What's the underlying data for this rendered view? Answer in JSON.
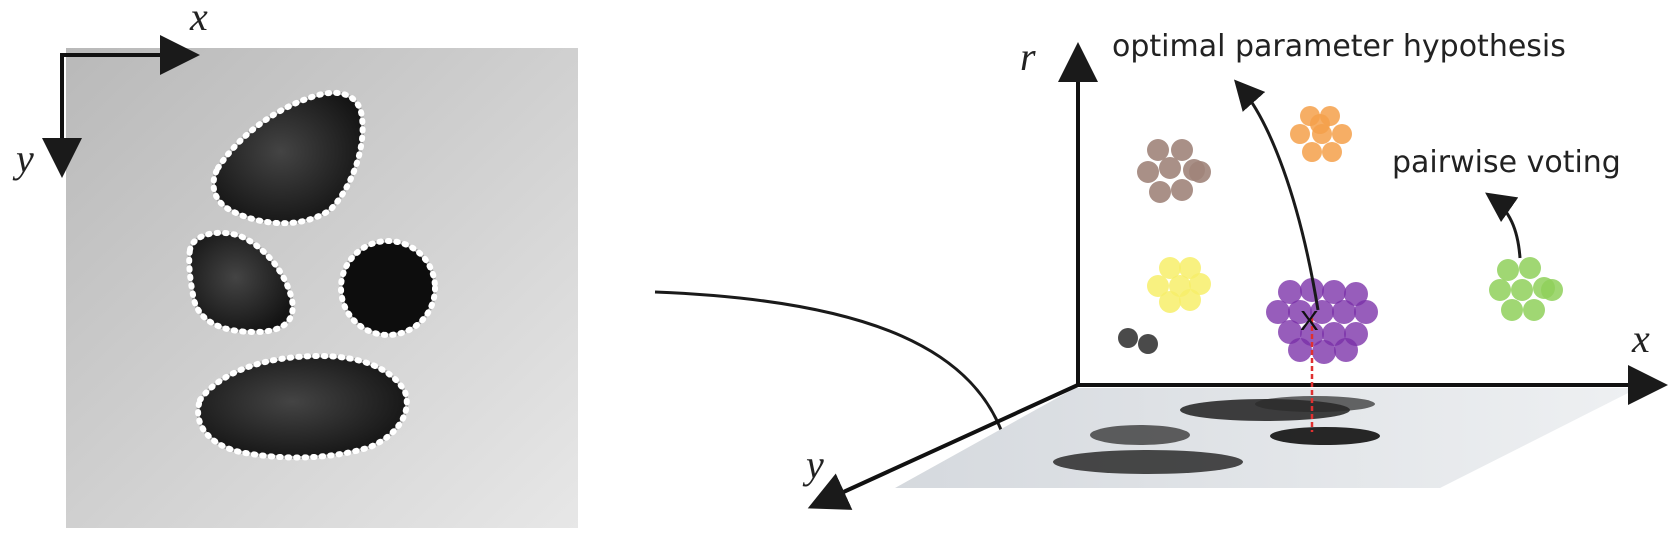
{
  "left_panel": {
    "axis_x_label": "x",
    "axis_y_label": "y"
  },
  "right_panel": {
    "axis_r_label": "r",
    "axis_x_label": "x",
    "axis_y_label": "y",
    "annotation_optimal": "optimal parameter hypothesis",
    "annotation_voting": "pairwise voting",
    "cluster_colors": {
      "brown": "#a0847a",
      "orange": "#f5a04a",
      "yellow": "#f7ef6a",
      "dark": "#404040",
      "purple": "#7a2fa8",
      "green": "#8fd05a"
    },
    "marker": "X",
    "guide_color": "#e03030"
  }
}
